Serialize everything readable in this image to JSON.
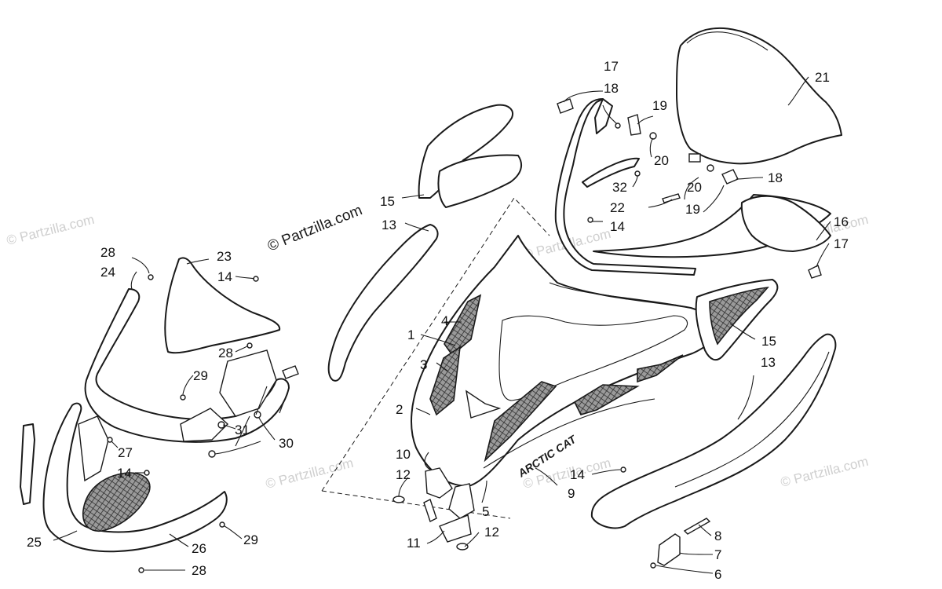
{
  "copyright_label": "© Partzilla.com",
  "watermark_text": "© Partzilla.com",
  "brand_decal": "ARCTIC CAT",
  "callouts": {
    "c1": "1",
    "c2": "2",
    "c3": "3",
    "c4": "4",
    "c5": "5",
    "c6": "6",
    "c7": "7",
    "c8": "8",
    "c9": "9",
    "c10": "10",
    "c11": "11",
    "c12a": "12",
    "c12b": "12",
    "c13a": "13",
    "c13b": "13",
    "c14a": "14",
    "c14b": "14",
    "c14c": "14",
    "c14d": "14",
    "c15a": "15",
    "c15b": "15",
    "c16": "16",
    "c17a": "17",
    "c17b": "17",
    "c18a": "18",
    "c18b": "18",
    "c19a": "19",
    "c19b": "19",
    "c20a": "20",
    "c20b": "20",
    "c21": "21",
    "c22": "22",
    "c23": "23",
    "c24": "24",
    "c25": "25",
    "c26": "26",
    "c27": "27",
    "c28a": "28",
    "c28b": "28",
    "c28c": "28",
    "c29a": "29",
    "c29b": "29",
    "c30": "30",
    "c31": "31",
    "c32": "32"
  }
}
